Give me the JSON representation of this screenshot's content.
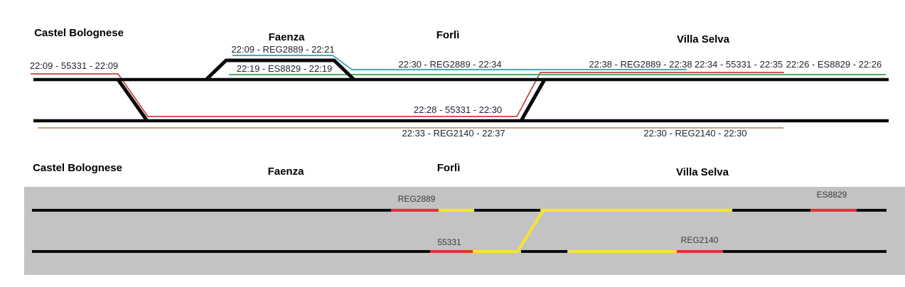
{
  "colors": {
    "track-black": "#0a0a0a",
    "line-red": "#c64040",
    "line-teal": "#2f9db6",
    "line-green": "#33a053",
    "line-brown": "#bf9468",
    "panel-gray": "#c3c3c3",
    "occ-yellow": "#f5e52c",
    "occ-red": "#da3538",
    "text-dark": "#1d2430",
    "text-label": "#3a3a3a"
  },
  "top_panel": {
    "stations": [
      "Castel Bolognese",
      "Faenza",
      "Forlì",
      "Villa Selva"
    ],
    "train_labels": [
      "22:09 - 55331 - 22:09",
      "22:09 - REG2889 - 22:21",
      "22:19 - ES8829 - 22:19",
      "22:30 - REG2889 - 22:34",
      "22:28 - 55331 - 22:30",
      "22:33 - REG2140 - 22:37",
      "22:38 - REG2889 - 22:38",
      "22:34 - 55331 - 22:35",
      "22:26 - ES8829 - 22:26",
      "22:30 - REG2140 - 22:30"
    ]
  },
  "bottom_panel": {
    "stations": [
      "Castel Bolognese",
      "Faenza",
      "Forlì",
      "Villa Selva"
    ],
    "train_labels": [
      "REG2889",
      "55331",
      "ES8829",
      "REG2140"
    ]
  }
}
